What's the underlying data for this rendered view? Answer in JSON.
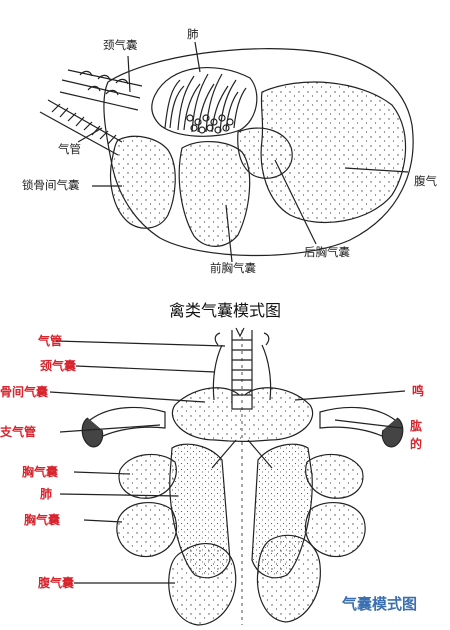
{
  "diagram1": {
    "labels": {
      "neck_air_sac": "颈气囊",
      "lung": "肺",
      "trachea": "气管",
      "interclavicular_air_sac": "锁骨间气囊",
      "abdominal_air_sac": "腹气",
      "anterior_thoracic_air_sac": "前胸气囊",
      "posterior_thoracic_air_sac": "后胸气囊"
    }
  },
  "title": "禽类气囊模式图",
  "diagram2": {
    "left_labels": {
      "trachea": "气管",
      "neck_air_sac": "颈气囊",
      "interclavicular_air_sac": "骨间气囊",
      "bronchus": "支气管",
      "anterior_thoracic_air_sac": "胸气囊",
      "lung": "肺",
      "posterior_thoracic_air_sac": "胸气囊",
      "abdominal_air_sac": "腹气囊"
    },
    "right_labels": {
      "syrinx": "鸣",
      "humerus_top": "肱",
      "humerus_bottom": "的"
    },
    "caption": "气囊模式图"
  }
}
